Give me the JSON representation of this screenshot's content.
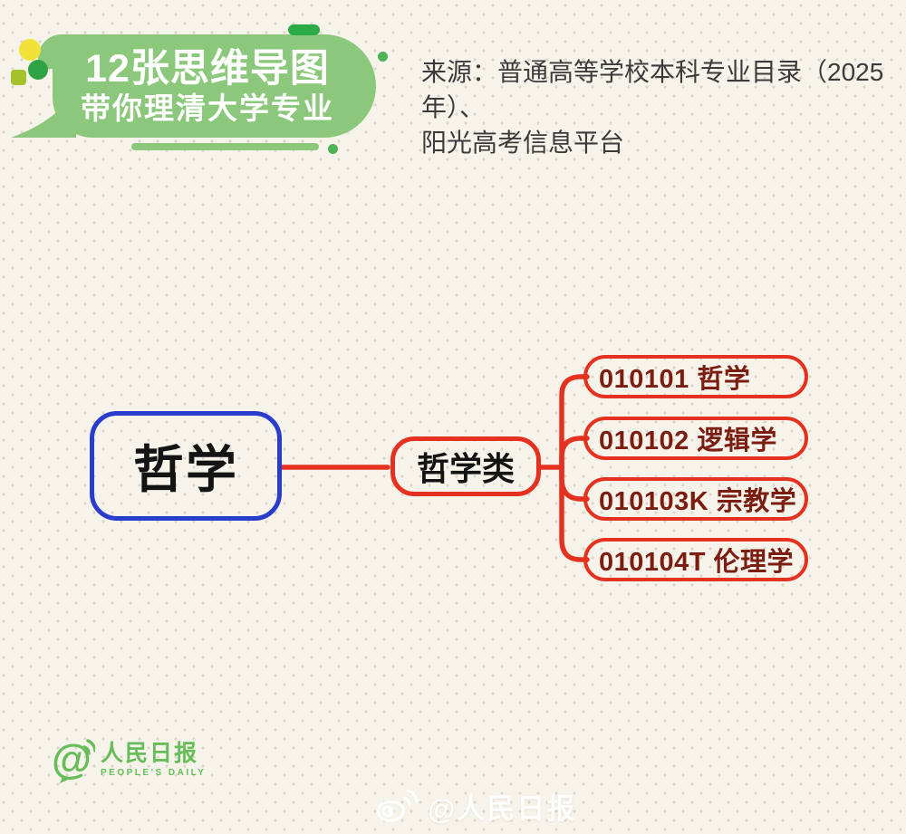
{
  "header": {
    "badge_line1": "12张思维导图",
    "badge_line2": "带你理清大学专业",
    "source_line1": "来源：普通高等学校本科专业目录（2025年）、",
    "source_line2": "阳光高考信息平台"
  },
  "mindmap": {
    "root": "哲学",
    "category": "哲学类",
    "majors": [
      {
        "label": "010101 哲学"
      },
      {
        "label": "010102 逻辑学"
      },
      {
        "label": "010103K 宗教学"
      },
      {
        "label": "010104T 伦理学"
      }
    ]
  },
  "footer": {
    "logo_cn": "人民日报",
    "logo_en": "PEOPLE'S DAILY",
    "watermark": "@人民日报"
  },
  "colors": {
    "background": "#f6f3eb",
    "banner_green": "#8cc87b",
    "accent_green": "#4db354",
    "node_red": "#e5311f",
    "node_blue": "#2a3ccc",
    "leaf_text_red": "#7c1d12",
    "logo_green": "#66bd5a"
  }
}
